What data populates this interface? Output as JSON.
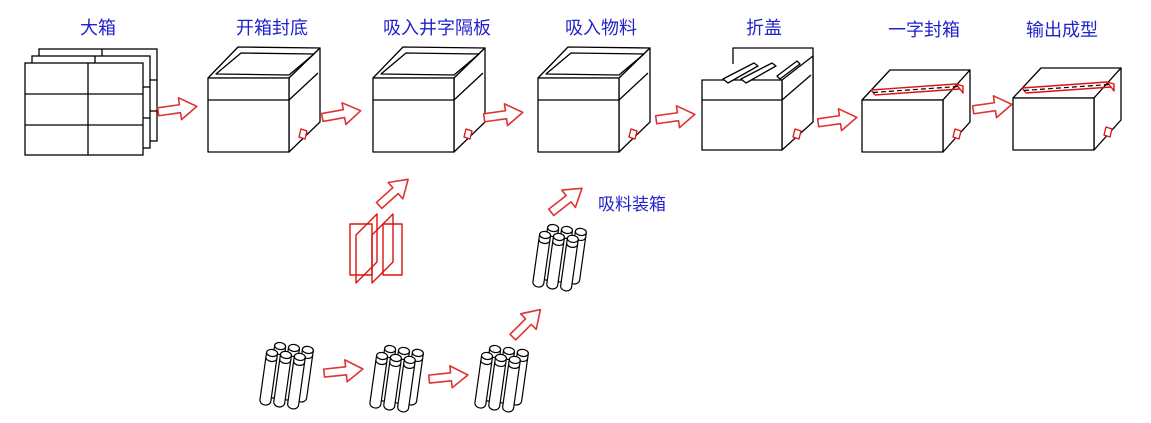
{
  "diagram": {
    "title_note": "packing process flow",
    "stages": [
      {
        "id": "big-box",
        "label": "大箱"
      },
      {
        "id": "open-box-seal-bottom",
        "label": "开箱封底"
      },
      {
        "id": "insert-grid-partition",
        "label": "吸入井字隔板"
      },
      {
        "id": "suck-in-material",
        "label": "吸入物料"
      },
      {
        "id": "fold-lid",
        "label": "折盖"
      },
      {
        "id": "straight-seal-box",
        "label": "一字封箱"
      },
      {
        "id": "output-formed",
        "label": "输出成型"
      }
    ],
    "sub_process_label": "吸料装箱",
    "icons": {
      "flow_arrow": "block-arrow-right-outline",
      "diagonal_arrow": "block-arrow-up-outline",
      "stage1": "flat-carton-stack",
      "stage2to4": "open-carton-box",
      "stage5": "carton-with-open-flaps",
      "stage6to7": "sealed-carton-with-tape",
      "partition": "grid-divider-panels",
      "material": "tube-bundle-2x3"
    },
    "colors": {
      "label_text": "#2222cc",
      "outline": "#000000",
      "accent_red": "#dd1111",
      "arrow_red": "#e03333",
      "background": "#ffffff"
    }
  }
}
